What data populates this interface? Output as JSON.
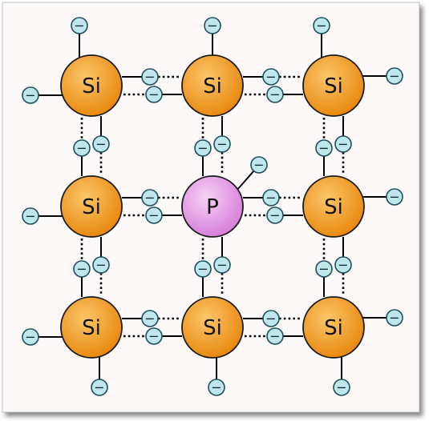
{
  "diagram": {
    "atoms": [
      {
        "label": "Si",
        "kind": "silicon"
      },
      {
        "label": "Si",
        "kind": "silicon"
      },
      {
        "label": "Si",
        "kind": "silicon"
      },
      {
        "label": "Si",
        "kind": "silicon"
      },
      {
        "label": "P",
        "kind": "phosphorus"
      },
      {
        "label": "Si",
        "kind": "silicon"
      },
      {
        "label": "Si",
        "kind": "silicon"
      },
      {
        "label": "Si",
        "kind": "silicon"
      },
      {
        "label": "Si",
        "kind": "silicon"
      }
    ],
    "electron_symbol": "−",
    "colors": {
      "silicon_fill_center": "#fbc66a",
      "silicon_fill_edge": "#e98a10",
      "phosphorus_fill_center": "#f6d2f6",
      "phosphorus_fill_edge": "#d77fd9",
      "electron_fill": "#bfe6ea",
      "electron_stroke": "#1f4f5a",
      "bond_color": "#000000",
      "page_background": "#fdf9f9"
    }
  }
}
